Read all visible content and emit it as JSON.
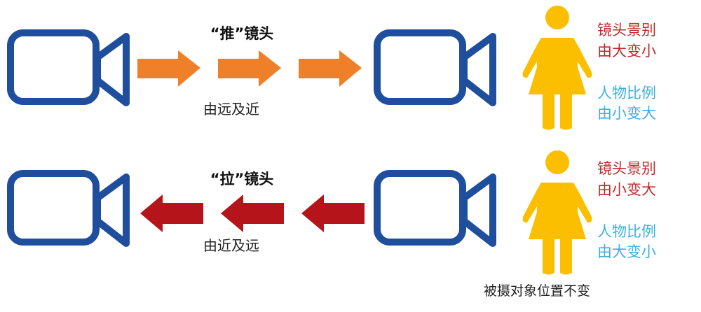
{
  "push": {
    "title": "“推”镜头",
    "direction": "由远及近",
    "shot_size": "镜头景别",
    "shot_change": "由大变小",
    "ratio": "人物比例",
    "ratio_change": "由小变大"
  },
  "pull": {
    "title": "“拉”镜头",
    "direction": "由近及远",
    "shot_size": "镜头景别",
    "shot_change": "由小变大",
    "ratio": "人物比例",
    "ratio_change": "由大变小"
  },
  "caption": "被摄对象位置不变",
  "colors": {
    "camera": "#1f4e9c",
    "push_arrow": "#f07f2a",
    "pull_arrow": "#b5141a",
    "person": "#fbbf00",
    "shot_text": "#c0282c",
    "ratio_text": "#3bb0e0"
  }
}
